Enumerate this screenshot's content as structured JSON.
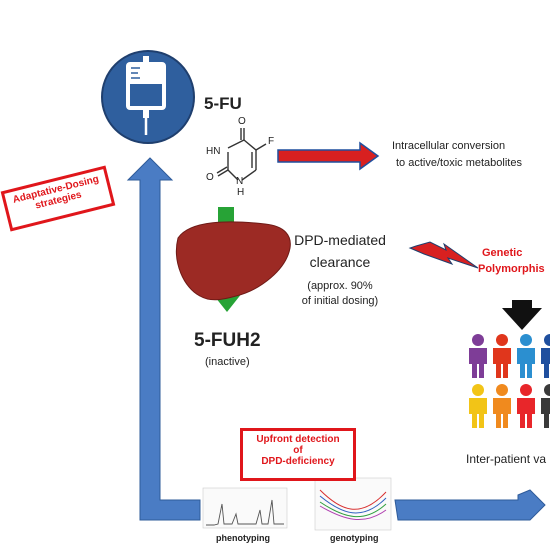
{
  "drug": {
    "name": "5-FU",
    "structure_atoms": {
      "o_top": "O",
      "f": "F",
      "hn": "HN",
      "o_left": "O",
      "nh": "N",
      "h": "H"
    }
  },
  "conversion": {
    "line1": "Intracellular conversion",
    "line2": "to active/toxic metabolites"
  },
  "clearance": {
    "line1": "DPD-mediated",
    "line2": "clearance",
    "line3": "(approx. 90%",
    "line4": "of initial dosing)"
  },
  "metabolite": {
    "name": "5-FUH2",
    "note": "(inactive)"
  },
  "genetic": {
    "line1": "Genetic",
    "line2": "Polymorphis"
  },
  "adaptive_stamp": {
    "line1": "Adaptative-Dosing",
    "line2": "strategies"
  },
  "upfront_stamp": {
    "line1": "Upfront detection",
    "line2": "of",
    "line3": "DPD-deficiency"
  },
  "tests": {
    "phenotyping": "phenotyping",
    "genotyping": "genotyping"
  },
  "variability": {
    "label": "Inter-patient va"
  },
  "colors": {
    "blue_arrow": "#4a7cc4",
    "red_arrow": "#d82020",
    "green_arrow": "#27a336",
    "liver": "#9c2a24",
    "stamp_red": "#e0161b",
    "circle_blue": "#2f5f9e"
  },
  "people_colors": {
    "top": [
      "#7e3d97",
      "#e0361c",
      "#2b8fd0",
      "#1f4f9e",
      "#7e3d97"
    ],
    "bottom": [
      "#f2c417",
      "#f08a1e",
      "#e8262a",
      "#3a3a3a",
      "#1a1a1a"
    ]
  }
}
